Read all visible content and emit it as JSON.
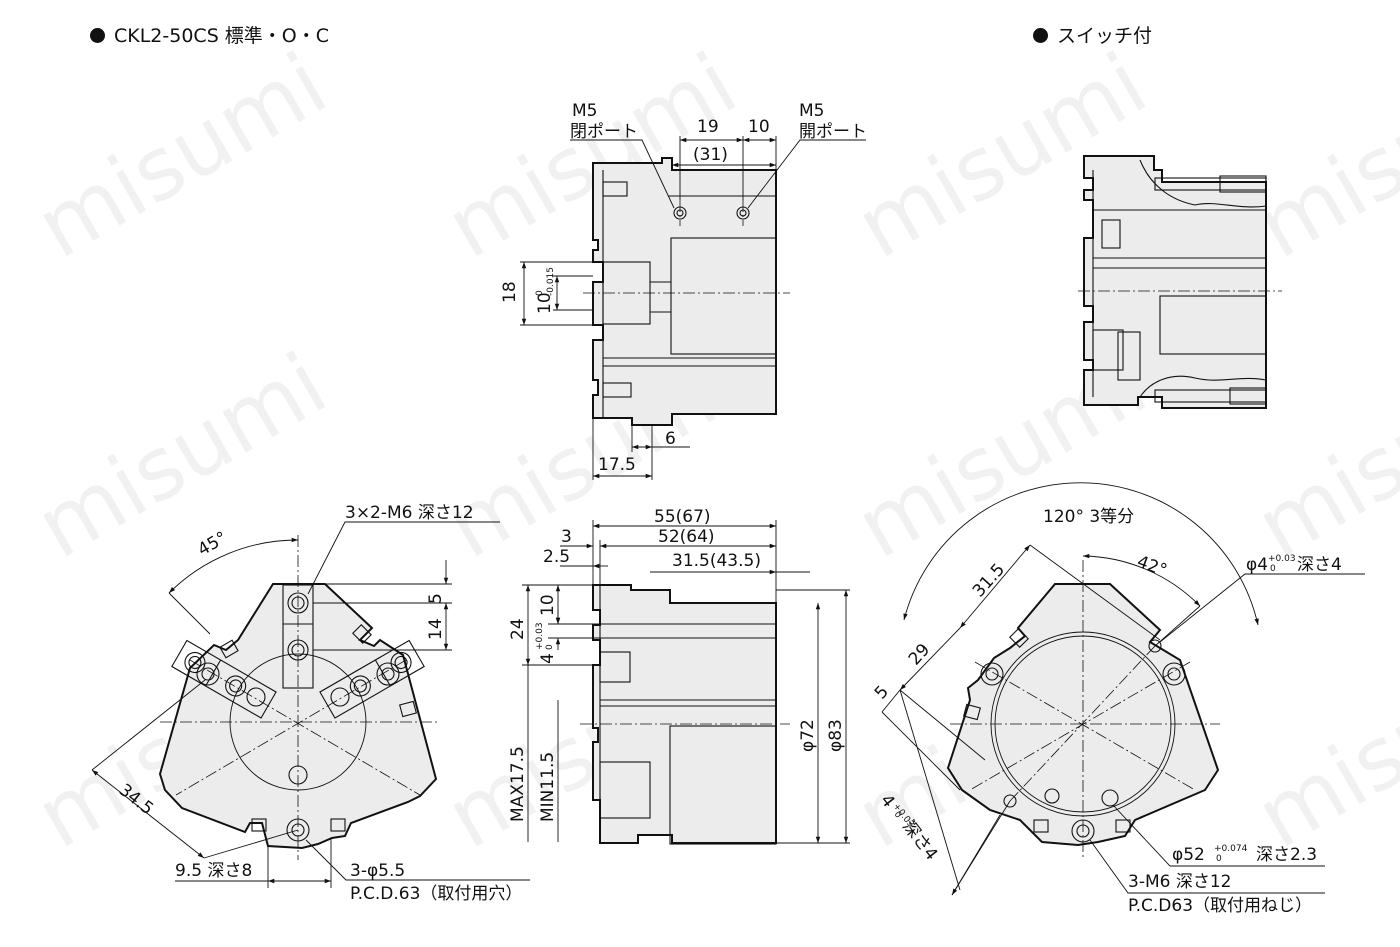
{
  "titles": {
    "left": "CKL2-50CS 標準・O・C",
    "right": "スイッチ付"
  },
  "watermark": "misumi",
  "top_view": {
    "port_left_1": "M5",
    "port_left_2": "閉ポート",
    "port_right_1": "M5",
    "port_right_2": "開ポート",
    "d19": "19",
    "d10": "10",
    "d31": "(31)",
    "d18": "18",
    "d10tol": "10",
    "tol_10_upper": "0",
    "tol_10_lower": "-0.015",
    "d6": "6",
    "d17_5": "17.5"
  },
  "front_view": {
    "pin_callout": "3×2-M6 深さ12",
    "angle45": "45°",
    "d5": "5",
    "d14": "14",
    "d34_5": "34.5",
    "d9_5": "9.5 深さ8",
    "hole_callout": "3-φ5.5",
    "pcd_callout": "P.C.D.63（取付用穴）"
  },
  "side_view": {
    "d55": "55(67)",
    "d52": "52(64)",
    "d3": "3",
    "d2_5": "2.5",
    "d31_5": "31.5(43.5)",
    "d10": "10",
    "d24": "24",
    "d4": "4",
    "tol_4_upper": "+0.03",
    "tol_4_lower": "0",
    "dmax": "MAX17.5",
    "dmin": "MIN11.5",
    "dia72": "φ72",
    "dia83": "φ83"
  },
  "back_view": {
    "angle120": "120° 3等分",
    "angle42": "42°",
    "d31_5": "31.5",
    "d29": "29",
    "d5": "5",
    "pin_hole": "φ4",
    "pin_tol_upper": "+0.03",
    "pin_tol_lower": "0",
    "pin_depth": "深さ4",
    "pin_hole2": "4",
    "pin_depth2": "深さ4",
    "bore": "φ52",
    "bore_tol_upper": "+0.074",
    "bore_tol_lower": "0",
    "bore_depth": "深さ2.3",
    "screw": "3-M6 深さ12",
    "pcd": "P.C.D63（取付用ねじ）"
  }
}
